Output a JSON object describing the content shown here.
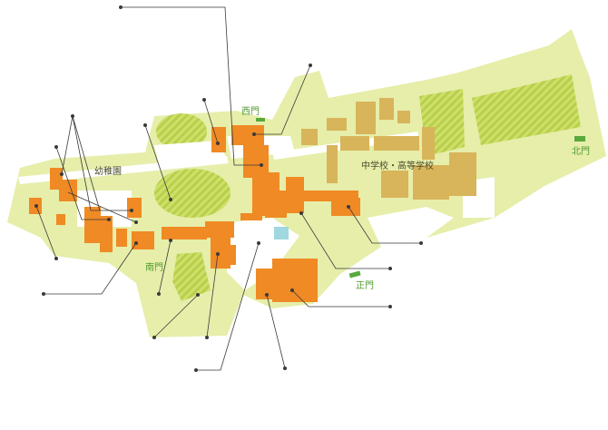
{
  "colors": {
    "campus": "#e6eeaa",
    "field": "#cfe06a",
    "field_stripe": "#b6cd48",
    "building_main": "#f08a24",
    "building_secondary": "#d8b45a",
    "path": "#ffffff",
    "pool": "#9fd8e0",
    "gate": "#5aa83c",
    "leader": "#3a3a3a"
  },
  "labels": {
    "kindergarten": "幼稚園",
    "middle_high_school": "中学校・高等学校",
    "west_gate": "西門",
    "north_gate": "北門",
    "south_gate": "南門",
    "main_gate": "正門"
  }
}
